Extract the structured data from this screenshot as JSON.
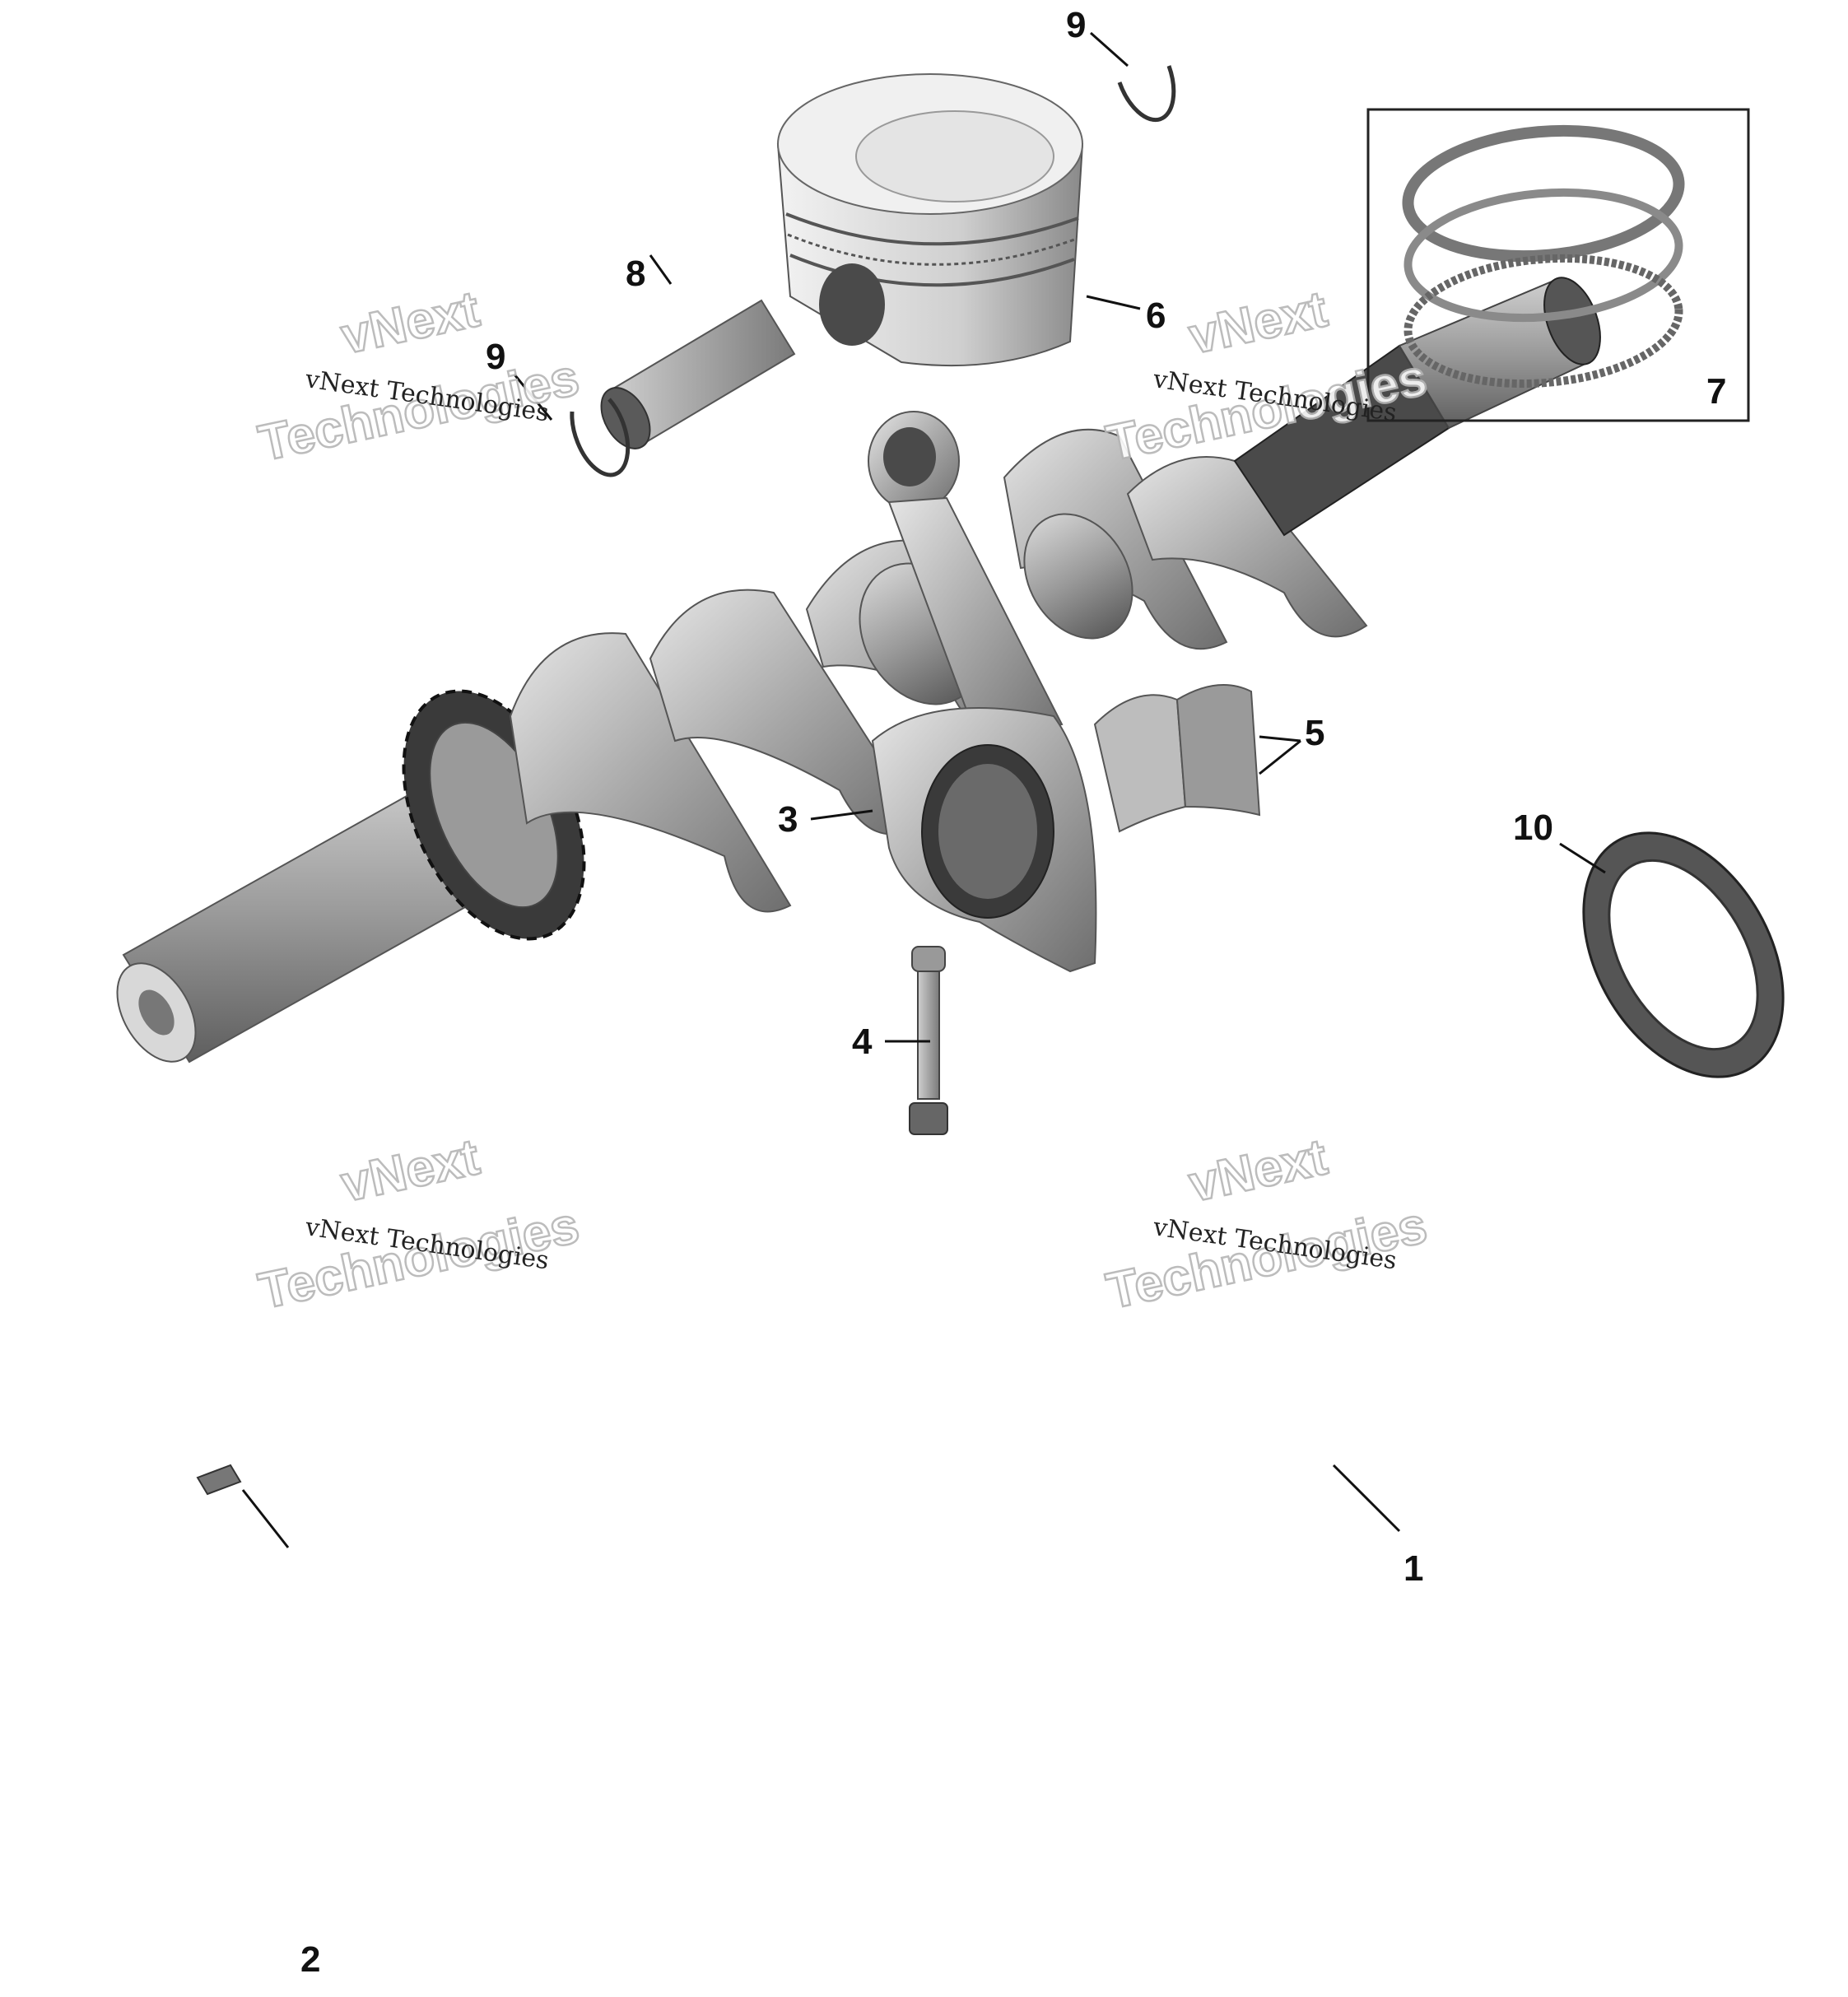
{
  "callouts": {
    "c1": "1",
    "c2": "2",
    "c3": "3",
    "c4": "4",
    "c5": "5",
    "c6": "6",
    "c7": "7",
    "c8": "8",
    "c9a": "9",
    "c9b": "9",
    "c10": "10"
  },
  "watermarks": {
    "small": "vNext Technologies",
    "big_line1": "vNext",
    "big_line2": "Technologies"
  },
  "parts": [
    {
      "callout": "1",
      "icon": "crankshaft-icon"
    },
    {
      "callout": "2",
      "icon": "woodruff-key-icon"
    },
    {
      "callout": "3",
      "icon": "connecting-rod-icon"
    },
    {
      "callout": "4",
      "icon": "rod-bolt-icon"
    },
    {
      "callout": "5",
      "icon": "bearing-shell-icon"
    },
    {
      "callout": "6",
      "icon": "piston-icon"
    },
    {
      "callout": "7",
      "icon": "piston-ring-set-icon"
    },
    {
      "callout": "8",
      "icon": "piston-pin-icon"
    },
    {
      "callout": "9",
      "icon": "circlip-icon"
    },
    {
      "callout": "10",
      "icon": "oil-seal-icon"
    }
  ]
}
